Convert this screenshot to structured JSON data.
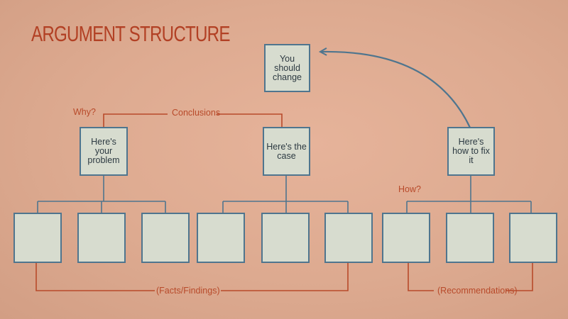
{
  "title": "ARGUMENT STRUCTURE",
  "nodes": {
    "top": "You should change",
    "problem": "Here's your problem",
    "case": "Here's the case",
    "fix": "Here's how to fix it"
  },
  "labels": {
    "why": "Why?",
    "conclusions": "Conclusions",
    "how": "How?",
    "facts": "(Facts/Findings)",
    "recommendations": "(Recommendations)"
  },
  "colors": {
    "background": "#ddaa90",
    "title": "#b24024",
    "box_fill": "#d7dccf",
    "box_border": "#4f758e",
    "connector_blue": "#4f758e",
    "connector_red": "#b84a2a"
  }
}
